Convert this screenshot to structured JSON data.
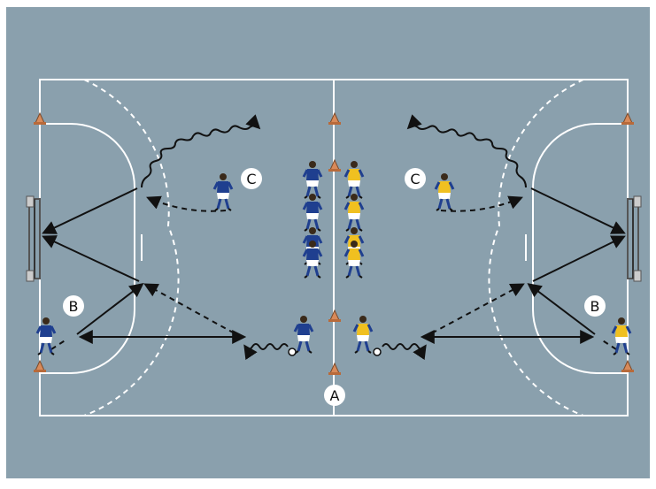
{
  "diagram": {
    "colors": {
      "outer_frame": "#ffffff",
      "pitch_background": "#8aa0ad",
      "court_lines": "#ffffff",
      "movement_lines": "#111111",
      "blue_kit": "#1f3f8f",
      "yellow_kit": "#f0c020",
      "shorts": "#ffffff",
      "cone": "#d88a5a",
      "label_circle": "#ffffff",
      "label_text": "#111111"
    },
    "labels": {
      "center_cone": "A",
      "left_player": "B",
      "right_player": "B",
      "left_pivot": "C",
      "right_pivot": "C"
    }
  }
}
